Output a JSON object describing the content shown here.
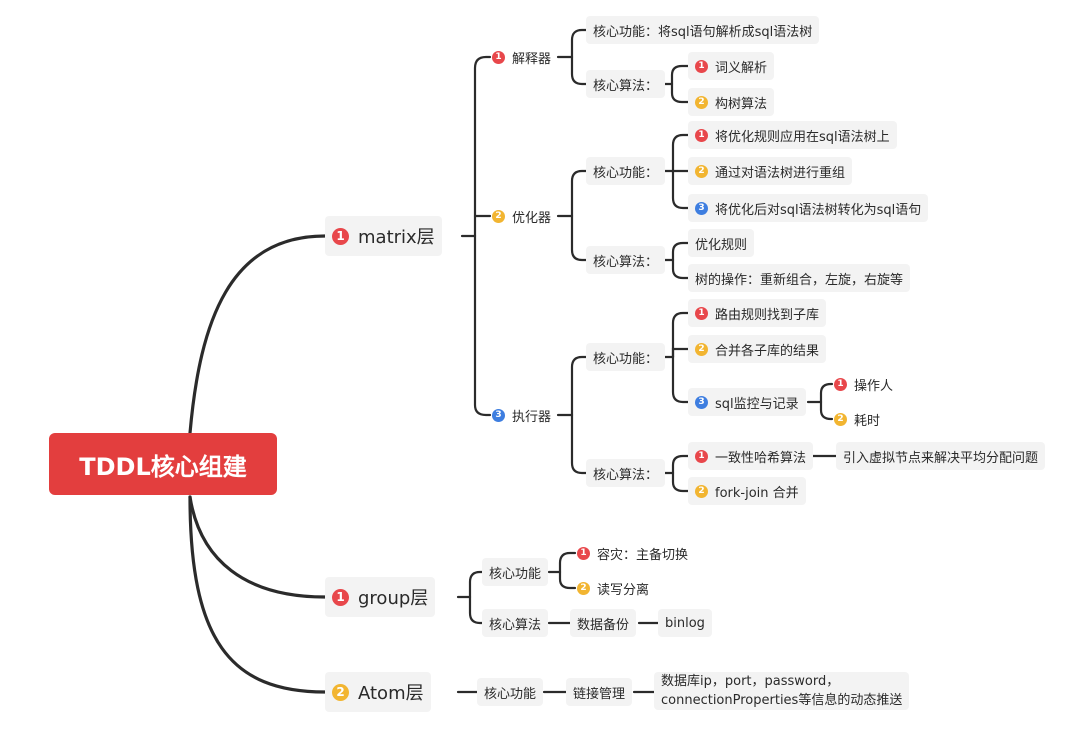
{
  "root": {
    "label": "TDDL核心组建"
  },
  "matrix": {
    "badge": "1",
    "label": "matrix层",
    "parser": {
      "badge": "1",
      "label": "解释器",
      "function": "核心功能：将sql语句解析成sql语法树",
      "algorithm": {
        "label": "核心算法：",
        "items": [
          {
            "badge": "1",
            "label": "词义解析"
          },
          {
            "badge": "2",
            "label": "构树算法"
          }
        ]
      }
    },
    "optimizer": {
      "badge": "2",
      "label": "优化器",
      "function": {
        "label": "核心功能：",
        "items": [
          {
            "badge": "1",
            "label": "将优化规则应用在sql语法树上"
          },
          {
            "badge": "2",
            "label": "通过对语法树进行重组"
          },
          {
            "badge": "3",
            "label": "将优化后对sql语法树转化为sql语句"
          }
        ]
      },
      "algorithm": {
        "label": "核心算法：",
        "items": [
          "优化规则",
          "树的操作：重新组合，左旋，右旋等"
        ]
      }
    },
    "executor": {
      "badge": "3",
      "label": "执行器",
      "function": {
        "label": "核心功能：",
        "items": [
          {
            "badge": "1",
            "label": "路由规则找到子库"
          },
          {
            "badge": "2",
            "label": "合并各子库的结果"
          },
          {
            "badge": "3",
            "label": "sql监控与记录"
          }
        ],
        "monitor_items": [
          {
            "badge": "1",
            "label": "操作人"
          },
          {
            "badge": "2",
            "label": "耗时"
          }
        ]
      },
      "algorithm": {
        "label": "核心算法：",
        "items": [
          {
            "badge": "1",
            "label": "一致性哈希算法"
          },
          {
            "badge": "2",
            "label": "fork-join 合并"
          }
        ],
        "hash_detail": "引入虚拟节点来解决平均分配问题"
      }
    }
  },
  "group": {
    "badge": "1",
    "label": "group层",
    "function": {
      "label": "核心功能",
      "items": [
        {
          "badge": "1",
          "label": "容灾：主备切换"
        },
        {
          "badge": "2",
          "label": "读写分离"
        }
      ]
    },
    "algorithm": {
      "label": "核心算法",
      "child": "数据备份",
      "grandchild": "binlog"
    }
  },
  "atom": {
    "badge": "2",
    "label": "Atom层",
    "function": {
      "label": "核心功能",
      "child": "链接管理",
      "detail_line1": "数据库ip，port，password，",
      "detail_line2": "connectionProperties等信息的动态推送"
    }
  },
  "colors": {
    "root": "#e33e3e",
    "badge1": "#e8474b",
    "badge2": "#f2b531",
    "badge3": "#3e7ee0",
    "node_bg": "#f3f3f3",
    "line": "#2b2b2b"
  }
}
